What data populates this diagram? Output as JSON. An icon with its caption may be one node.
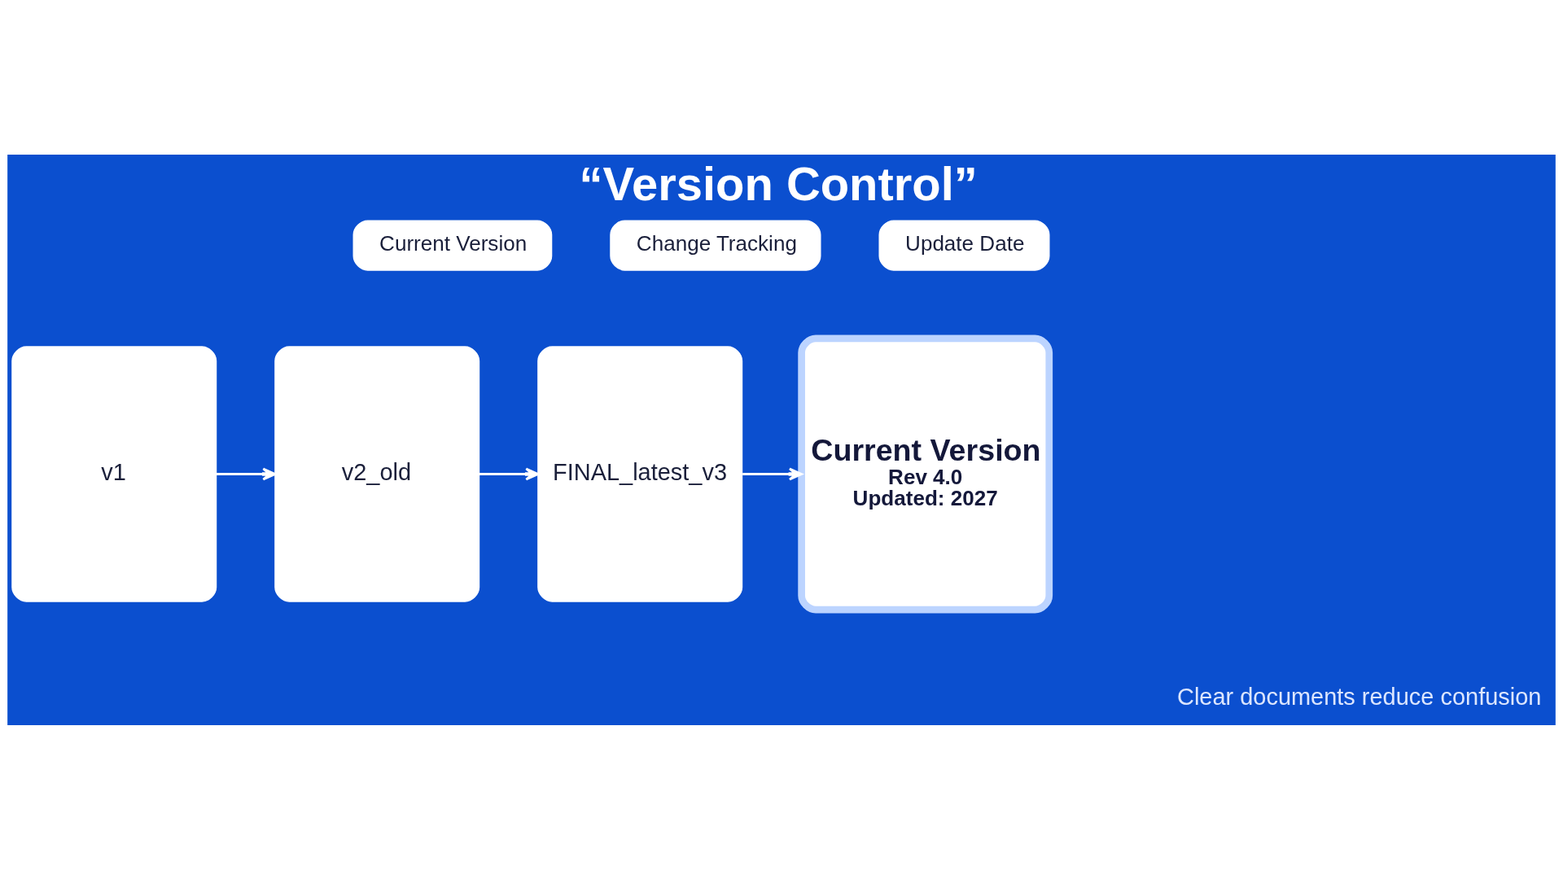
{
  "diagram": {
    "title": "“Version Control”",
    "caption": "Clear documents reduce confusion",
    "nodes": [
      {
        "text": [
          "Current Version"
        ]
      },
      {
        "text": [
          "Change Tracking"
        ]
      },
      {
        "text": [
          "Update Date"
        ]
      },
      {
        "text": [
          "v1"
        ]
      },
      {
        "text": [
          "v2_old"
        ]
      },
      {
        "text": [
          "FINAL_latest_v3"
        ]
      },
      {
        "text": [
          "Current Version",
          "Rev 4.0",
          "Updated: 2027"
        ]
      }
    ],
    "edges": [
      {
        "from": 3,
        "to": 4,
        "arrow": "to"
      },
      {
        "from": 4,
        "to": 5,
        "arrow": "to"
      },
      {
        "from": 5,
        "to": 6,
        "arrow": "to"
      }
    ]
  }
}
